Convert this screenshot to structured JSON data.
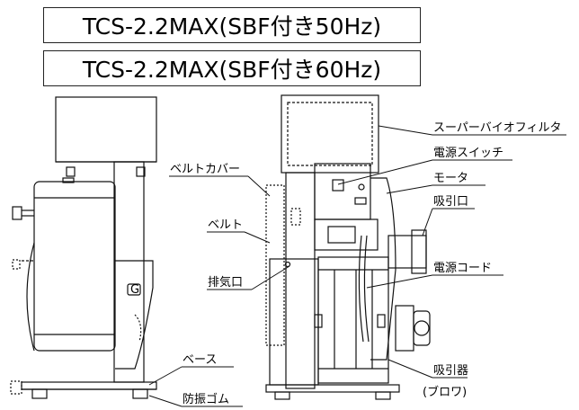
{
  "titles": {
    "model_50hz": "TCS-2.2MAX(SBF付き50Hz)",
    "model_60hz": "TCS-2.2MAX(SBF付き60Hz)"
  },
  "labels": {
    "super_bio_filter": "スーパーバイオフィルタ",
    "power_switch": "電源スイッチ",
    "motor": "モータ",
    "belt_cover": "ベルトカバー",
    "intake": "吸引口",
    "belt": "ベルト",
    "power_cord": "電源コード",
    "exhaust": "排気口",
    "base": "ベース",
    "vibration_rubber": "防振ゴム",
    "blower": "吸引器",
    "blower_sub": "(ブロワ)"
  }
}
